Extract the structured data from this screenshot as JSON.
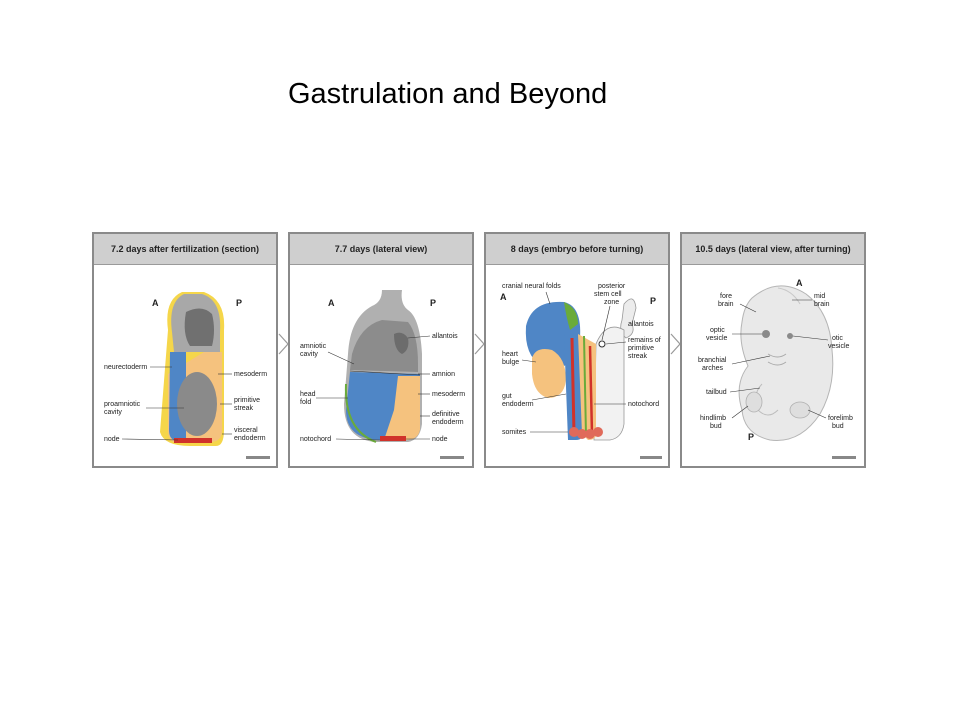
{
  "slide": {
    "title": "Gastrulation and Beyond"
  },
  "colors": {
    "ectoderm_blue": "#4f86c6",
    "mesoderm_orange": "#f5c27e",
    "endoderm_yellow": "#e8e04a",
    "cavity_gray": "#9a9a9a",
    "node_red": "#d0322a",
    "endoderm_green": "#6aab3a",
    "embryo_light_gray": "#e9e9e9"
  },
  "panels": [
    {
      "header": "7.2 days after fertilization (section)",
      "axis_a": "A",
      "axis_p": "P",
      "labels": {
        "neurectoderm": "neurectoderm",
        "proamniotic_cavity_1": "proamniotic",
        "proamniotic_cavity_2": "cavity",
        "node": "node",
        "mesoderm": "mesoderm",
        "primitive_streak_1": "primitive",
        "primitive_streak_2": "streak",
        "visceral_endoderm_1": "visceral",
        "visceral_endoderm_2": "endoderm"
      }
    },
    {
      "header": "7.7 days (lateral view)",
      "axis_a": "A",
      "axis_p": "P",
      "labels": {
        "amniotic_cavity_1": "amniotic",
        "amniotic_cavity_2": "cavity",
        "head_fold_1": "head",
        "head_fold_2": "fold",
        "notochord": "notochord",
        "allantois": "allantois",
        "amnion": "amnion",
        "mesoderm": "mesoderm",
        "definitive_endoderm_1": "definitive",
        "definitive_endoderm_2": "endoderm",
        "node": "node"
      }
    },
    {
      "header": "8 days (embryo before turning)",
      "axis_a": "A",
      "axis_p": "P",
      "labels": {
        "cranial_neural_folds": "cranial neural folds",
        "posterior_1": "posterior",
        "posterior_2": "stem cell",
        "posterior_3": "zone",
        "heart_bulge_1": "heart",
        "heart_bulge_2": "bulge",
        "gut_endoderm_1": "gut",
        "gut_endoderm_2": "endoderm",
        "somites": "somites",
        "allantois": "allantois",
        "remains_1": "remains of",
        "remains_2": "primitive",
        "remains_3": "streak",
        "notochord": "notochord"
      }
    },
    {
      "header": "10.5 days (lateral view, after turning)",
      "axis_a": "A",
      "axis_p": "P",
      "labels": {
        "fore_brain_1": "fore",
        "fore_brain_2": "brain",
        "mid_brain_1": "mid",
        "mid_brain_2": "brain",
        "optic_vesicle_1": "optic",
        "optic_vesicle_2": "vesicle",
        "otic_vesicle_1": "otic",
        "otic_vesicle_2": "vesicle",
        "branchial_arches_1": "branchial",
        "branchial_arches_2": "arches",
        "tailbud": "tailbud",
        "hindlimb_bud_1": "hindlimb",
        "hindlimb_bud_2": "bud",
        "forelimb_bud_1": "forelimb",
        "forelimb_bud_2": "bud"
      }
    }
  ]
}
